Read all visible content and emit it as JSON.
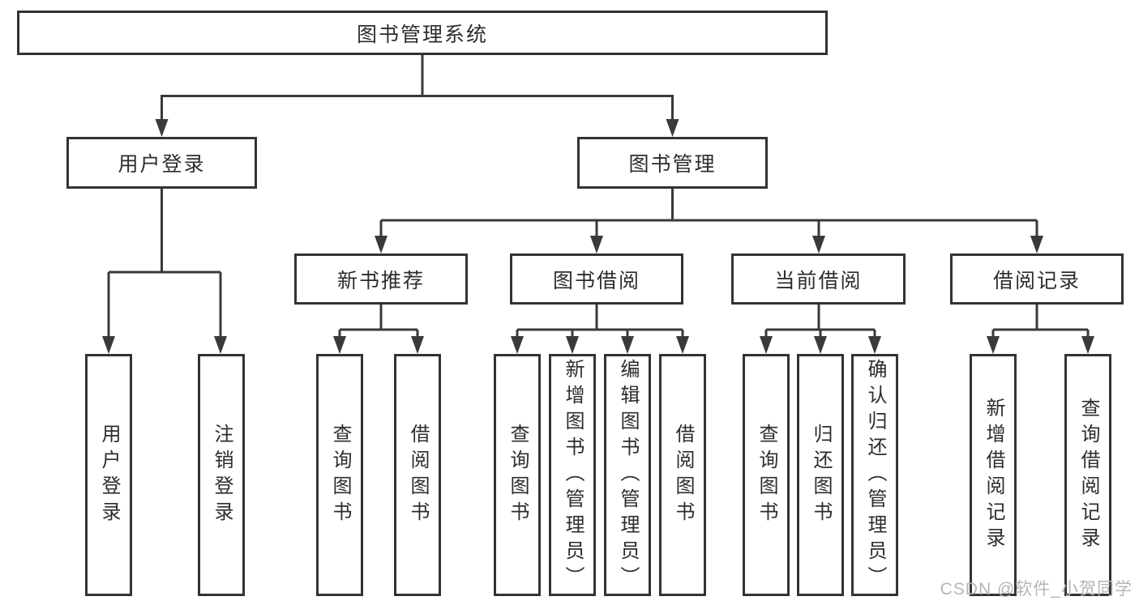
{
  "diagram": {
    "title": "图书管理系统",
    "branches": [
      {
        "label": "用户登录",
        "children": [
          {
            "label": "用户登录"
          },
          {
            "label": "注销登录"
          }
        ]
      },
      {
        "label": "图书管理",
        "children": [
          {
            "label": "新书推荐",
            "children": [
              {
                "label": "查询图书"
              },
              {
                "label": "借阅图书"
              }
            ]
          },
          {
            "label": "图书借阅",
            "children": [
              {
                "label": "查询图书"
              },
              {
                "label": "新增图书（管理员）"
              },
              {
                "label": "编辑图书（管理员）"
              },
              {
                "label": "借阅图书"
              }
            ]
          },
          {
            "label": "当前借阅",
            "children": [
              {
                "label": "查询图书"
              },
              {
                "label": "归还图书"
              },
              {
                "label": "确认归还（管理员）"
              }
            ]
          },
          {
            "label": "借阅记录",
            "children": [
              {
                "label": "新增借阅记录"
              },
              {
                "label": "查询借阅记录"
              }
            ]
          }
        ]
      }
    ]
  },
  "watermark": {
    "text": "CSDN @软件_小贺同学"
  },
  "colors": {
    "line": "#3a3a3a",
    "box_border": "#333333",
    "text": "#2d2d2d",
    "background": "#ffffff",
    "watermark": "#b5b5b5"
  }
}
